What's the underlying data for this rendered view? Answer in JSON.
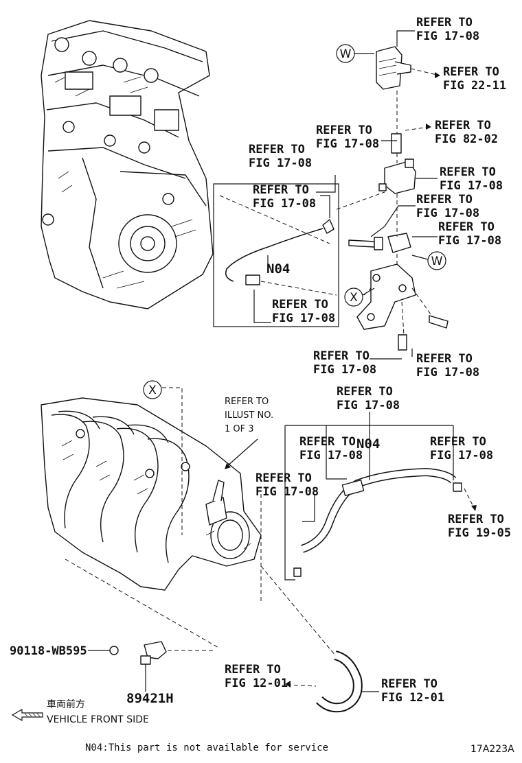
{
  "callouts": {
    "c1": [
      "REFER TO",
      "FIG 17-08"
    ],
    "c2": [
      "REFER TO",
      "FIG 22-11"
    ],
    "c3": [
      "REFER TO",
      "FIG 82-02"
    ],
    "c4": [
      "REFER TO",
      "FIG 17-08"
    ],
    "c5": [
      "REFER TO",
      "FIG 17-08"
    ],
    "c6": [
      "REFER TO",
      "FIG 17-08"
    ],
    "c7": [
      "REFER TO",
      "FIG 17-08"
    ],
    "c8": [
      "REFER TO",
      "FIG 17-08"
    ],
    "c9": [
      "REFER TO",
      "FIG 17-08"
    ],
    "c10": [
      "REFER TO",
      "FIG 17-08"
    ],
    "c11": [
      "REFER TO",
      "FIG 17-08"
    ],
    "c12": [
      "REFER TO",
      "FIG 17-08"
    ],
    "c13": [
      "REFER TO",
      "FIG 17-08"
    ],
    "c14": [
      "REFER TO",
      "FIG 17-08"
    ],
    "c15": [
      "REFER TO",
      "FIG 17-08"
    ],
    "c16": [
      "REFER TO",
      "FIG 17-08"
    ],
    "c17": [
      "REFER TO",
      "FIG 19-05"
    ],
    "c18": [
      "REFER TO",
      "FIG 12-01"
    ],
    "c19": [
      "REFER TO",
      "FIG 12-01"
    ]
  },
  "illust_ref": [
    "REFER TO",
    "ILLUST NO.",
    "1 OF 3"
  ],
  "markers": {
    "w": "W",
    "x": "X"
  },
  "parts": {
    "n04_upper": "N04",
    "n04_lower": "N04",
    "bolt": "90118-WB595",
    "sensor": "89421H"
  },
  "front": {
    "jp": "車両前方",
    "en": "VEHICLE FRONT SIDE"
  },
  "footnote": "N04:This part is not available for service",
  "figure_code": "17A223A"
}
